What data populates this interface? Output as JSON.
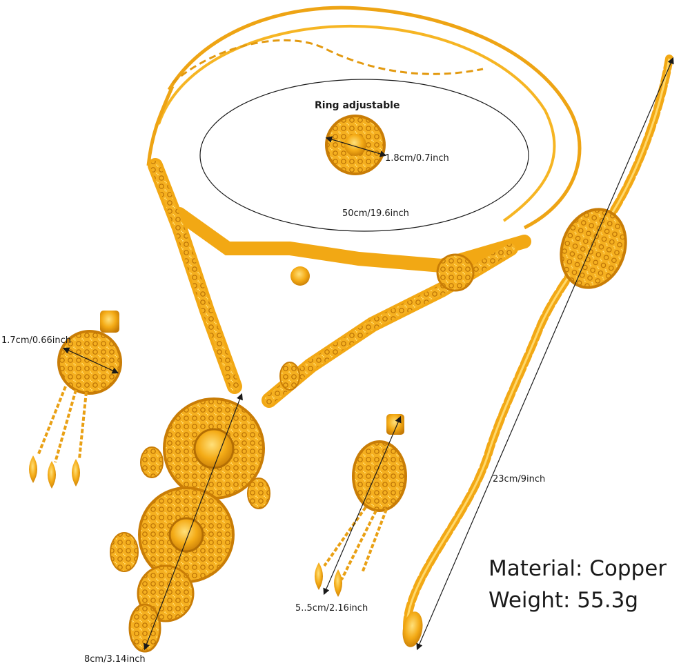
{
  "labels": {
    "ring_title": "Ring adjustable",
    "ring_size": "1.8cm/0.7inch",
    "necklace_length": "50cm/19.6inch",
    "earring_width": "1.7cm/0.66inch",
    "bracelet_length": "23cm/9inch",
    "earring_length": "5..5cm/2.16inch",
    "pendant_length": "8cm/3.14inch"
  },
  "specs": {
    "material": "Material: Copper",
    "weight": "Weight: 55.3g"
  },
  "colors": {
    "gold": "#f2a814",
    "gold_dark": "#c97d06",
    "gold_light": "#ffd45a",
    "line": "#1a1a1a"
  }
}
